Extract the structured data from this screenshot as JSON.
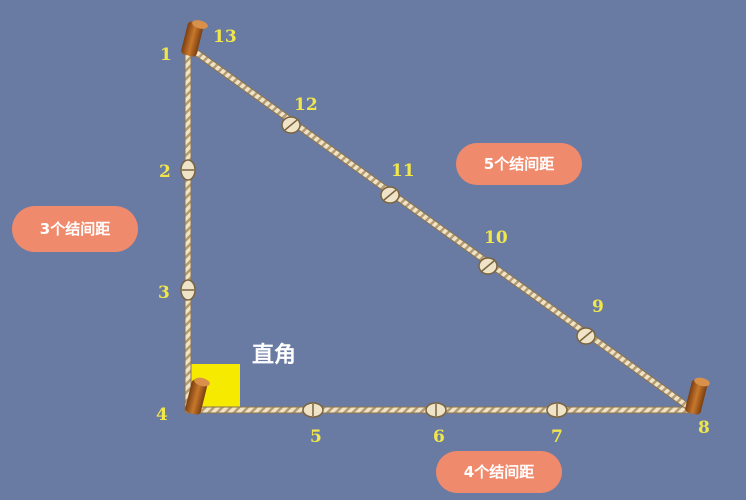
{
  "knots": {
    "k1": "1",
    "k2": "2",
    "k3": "3",
    "k4": "4",
    "k5": "5",
    "k6": "6",
    "k7": "7",
    "k8": "8",
    "k9": "9",
    "k10": "10",
    "k11": "11",
    "k12": "12",
    "k13": "13"
  },
  "labels": {
    "left_side": "3个结间距",
    "bottom_side": "4个结间距",
    "hypotenuse": "5个结间距",
    "right_angle": "直角"
  },
  "colors": {
    "background": "#6a7ba3",
    "pill": "#f08a6c",
    "number": "#f1e64a",
    "right_angle_square": "#f5ea00",
    "rope": "#e9dcc0",
    "peg": "#b5651d"
  }
}
